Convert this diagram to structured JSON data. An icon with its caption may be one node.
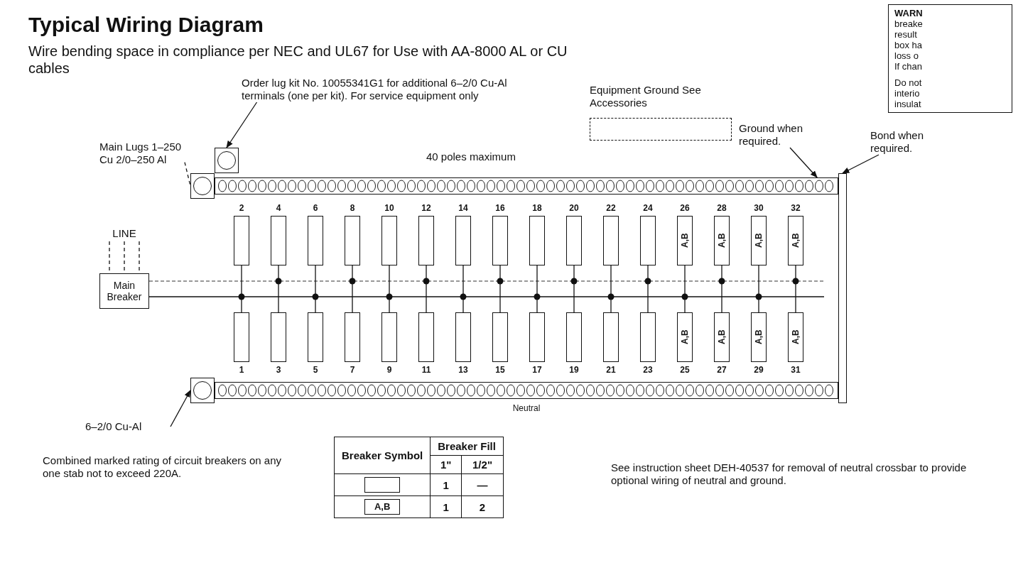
{
  "diagram": {
    "title": "Typical Wiring Diagram",
    "nodes": [
      {
        "text": [
          "LINE"
        ]
      },
      {
        "text": [
          "Main Breaker"
        ]
      },
      {
        "text": [
          "Main Lugs 1–250 Cu 2/0–250 Al"
        ]
      },
      {
        "text": [],
        "shape": "circle"
      },
      {
        "text": [],
        "shape": "circle"
      },
      {
        "text": [
          "Order lug kit No. 10055341G1 for additional 6–2/0 Cu-Al terminals (one per kit). For service equipment only"
        ]
      },
      {
        "text": [
          "6–2/0 Cu-Al"
        ]
      },
      {
        "text": [],
        "shape": "circle"
      },
      {
        "text": [],
        "shape": "bar"
      },
      {
        "text": [
          "Neutral"
        ]
      },
      {
        "text": [],
        "shape": "bar"
      },
      {
        "text": [
          "Ground when required."
        ]
      },
      {
        "text": [
          "Bond when required."
        ]
      },
      {
        "text": [
          "Equipment Ground See Accessories"
        ]
      },
      {
        "text": [],
        "shape": "box",
        "beside": [
          "1"
        ]
      },
      {
        "text": [],
        "shape": "box",
        "beside": [
          "2"
        ]
      },
      {
        "text": [],
        "shape": "box",
        "beside": [
          "3"
        ]
      },
      {
        "text": [],
        "shape": "box",
        "beside": [
          "4"
        ]
      },
      {
        "text": [],
        "shape": "box",
        "beside": [
          "5"
        ]
      },
      {
        "text": [],
        "shape": "box",
        "beside": [
          "6"
        ]
      },
      {
        "text": [],
        "shape": "box",
        "beside": [
          "7"
        ]
      },
      {
        "text": [],
        "shape": "box",
        "beside": [
          "8"
        ]
      },
      {
        "text": [],
        "shape": "box",
        "beside": [
          "9"
        ]
      },
      {
        "text": [],
        "shape": "box",
        "beside": [
          "10"
        ]
      },
      {
        "text": [],
        "shape": "box",
        "beside": [
          "11"
        ]
      },
      {
        "text": [],
        "shape": "box",
        "beside": [
          "12"
        ]
      },
      {
        "text": [],
        "shape": "box",
        "beside": [
          "13"
        ]
      },
      {
        "text": [],
        "shape": "box",
        "beside": [
          "14"
        ]
      },
      {
        "text": [],
        "shape": "box",
        "beside": [
          "15"
        ]
      },
      {
        "text": [],
        "shape": "box",
        "beside": [
          "16"
        ]
      },
      {
        "text": [],
        "shape": "box",
        "beside": [
          "17"
        ]
      },
      {
        "text": [],
        "shape": "box",
        "beside": [
          "18"
        ]
      },
      {
        "text": [],
        "shape": "box",
        "beside": [
          "19"
        ]
      },
      {
        "text": [],
        "shape": "box",
        "beside": [
          "20"
        ]
      },
      {
        "text": [],
        "shape": "box",
        "beside": [
          "21"
        ]
      },
      {
        "text": [],
        "shape": "box",
        "beside": [
          "22"
        ]
      },
      {
        "text": [],
        "shape": "box",
        "beside": [
          "23"
        ]
      },
      {
        "text": [],
        "shape": "box",
        "beside": [
          "24"
        ]
      },
      {
        "text": [
          "A,B"
        ],
        "beside": [
          "25"
        ]
      },
      {
        "text": [
          "A,B"
        ],
        "beside": [
          "26"
        ]
      },
      {
        "text": [
          "A,B"
        ],
        "beside": [
          "27"
        ]
      },
      {
        "text": [
          "A,B"
        ],
        "beside": [
          "28"
        ]
      },
      {
        "text": [
          "A,B"
        ],
        "beside": [
          "29"
        ]
      },
      {
        "text": [
          "A,B"
        ],
        "beside": [
          "30"
        ]
      },
      {
        "text": [
          "A,B"
        ],
        "beside": [
          "31"
        ]
      },
      {
        "text": [
          "A,B"
        ],
        "beside": [
          "32"
        ]
      }
    ],
    "edges": [
      {
        "from": 0,
        "to": 1,
        "arrow": "none",
        "style": "dashed"
      },
      {
        "from": 0,
        "to": 1,
        "arrow": "none",
        "style": "dashed"
      },
      {
        "from": 0,
        "to": 1,
        "arrow": "none",
        "style": "dashed"
      },
      {
        "from": 2,
        "to": 3,
        "arrow": "none",
        "style": "dashed"
      },
      {
        "from": 5,
        "to": 4,
        "arrow": "to"
      },
      {
        "from": 6,
        "to": 7,
        "arrow": "to"
      },
      {
        "from": 11,
        "to": 8,
        "arrow": "to"
      },
      {
        "from": 12,
        "to": 10,
        "arrow": "to"
      },
      {
        "from": 15,
        "to": 14,
        "arrow": "none"
      },
      {
        "from": 17,
        "to": 16,
        "arrow": "none"
      },
      {
        "from": 19,
        "to": 18,
        "arrow": "none"
      },
      {
        "from": 21,
        "to": 20,
        "arrow": "none"
      },
      {
        "from": 23,
        "to": 22,
        "arrow": "none"
      },
      {
        "from": 25,
        "to": 24,
        "arrow": "none"
      },
      {
        "from": 27,
        "to": 26,
        "arrow": "none"
      },
      {
        "from": 29,
        "to": 28,
        "arrow": "none"
      },
      {
        "from": 31,
        "to": 30,
        "arrow": "none"
      },
      {
        "from": 33,
        "to": 32,
        "arrow": "none"
      },
      {
        "from": 35,
        "to": 34,
        "arrow": "none"
      },
      {
        "from": 37,
        "to": 36,
        "arrow": "none"
      },
      {
        "from": 39,
        "to": 38,
        "arrow": "none"
      },
      {
        "from": 41,
        "to": 40,
        "arrow": "none"
      },
      {
        "from": 43,
        "to": 42,
        "arrow": "none"
      },
      {
        "from": 45,
        "to": 44,
        "arrow": "none"
      }
    ],
    "labels": [
      "Wire bending space in compliance per NEC and UL67 for Use with AA-8000 AL or CU cables",
      "40 poles maximum",
      "Combined marked rating of circuit breakers on any one stab not to exceed 220A.",
      "Breaker Symbol",
      "Breaker Fill",
      "1\"",
      "1/2\"",
      "1",
      "—",
      "A,B",
      "1",
      "2",
      "See instruction sheet DEH-40537 for removal of neutral crossbar to provide optional wiring of neutral and ground.",
      "WARN",
      "breake",
      "result",
      "box ha",
      "loss o",
      "If chan",
      "Do not",
      "interio",
      "insulat"
    ]
  }
}
